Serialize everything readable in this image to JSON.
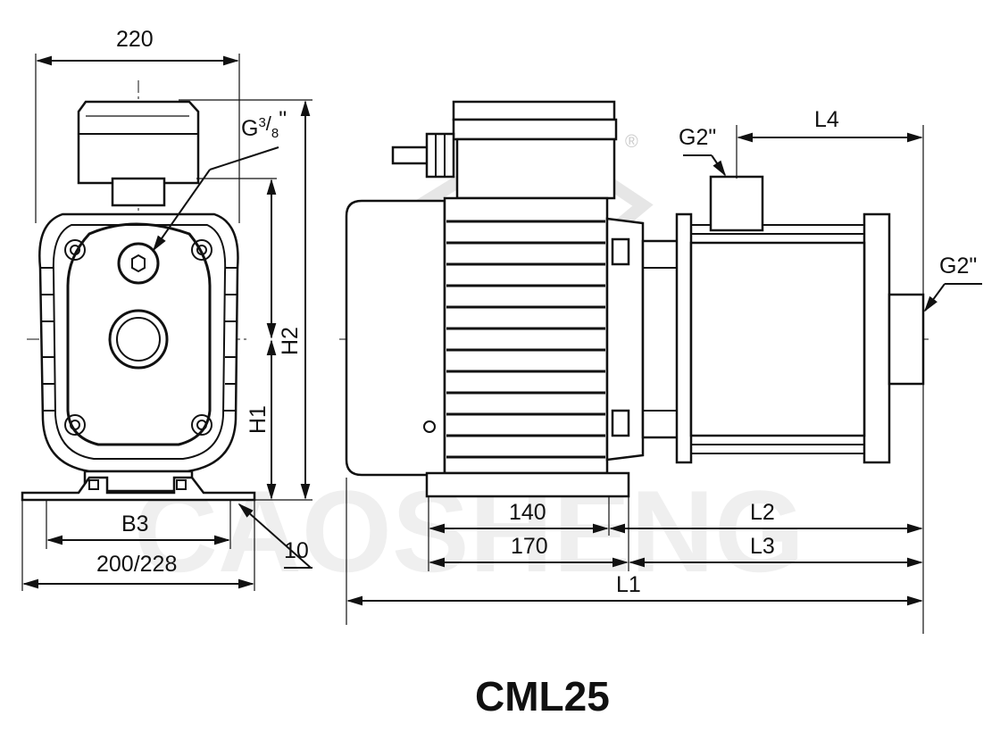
{
  "model": "CML25",
  "watermark": "CAOSHENG",
  "registered_mark": "®",
  "dimensions": {
    "width_top": "220",
    "g_small_base": "G",
    "g_small_sup": "3",
    "g_small_sub": "8",
    "g_small_suffix": "\"",
    "h2": "H2",
    "h1": "H1",
    "b3": "B3",
    "base_width": "200/228",
    "foot": "10",
    "g2_top": "G2\"",
    "l4": "L4",
    "g2_side": "G2\"",
    "d140": "140",
    "d170": "170",
    "l2": "L2",
    "l3": "L3",
    "l1": "L1"
  }
}
